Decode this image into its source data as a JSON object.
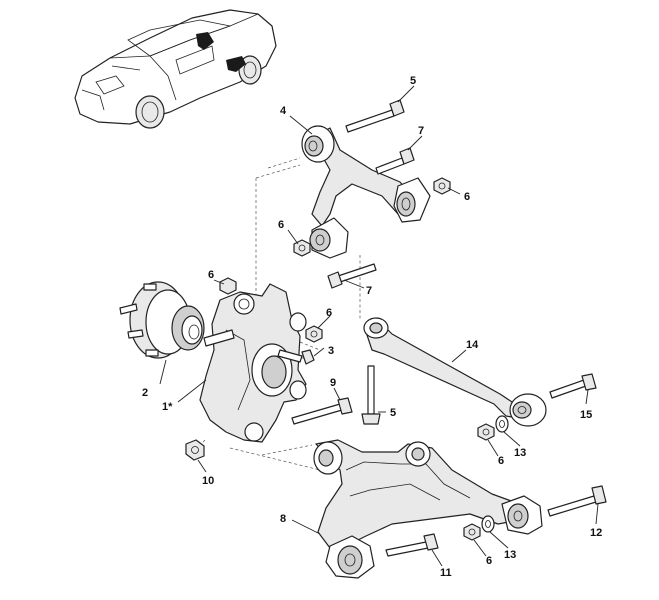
{
  "colors": {
    "line": "#222222",
    "paper": "#ffffff",
    "shade": "#cfcfcf",
    "dark_part": "#1a1a1a"
  },
  "callouts": [
    {
      "id": "c1",
      "label": "1*"
    },
    {
      "id": "c2",
      "label": "2"
    },
    {
      "id": "c3",
      "label": "3"
    },
    {
      "id": "c4",
      "label": "4"
    },
    {
      "id": "c5a",
      "label": "5"
    },
    {
      "id": "c5b",
      "label": "5"
    },
    {
      "id": "c6a",
      "label": "6"
    },
    {
      "id": "c6b",
      "label": "6"
    },
    {
      "id": "c6c",
      "label": "6"
    },
    {
      "id": "c6d",
      "label": "6"
    },
    {
      "id": "c6e",
      "label": "6"
    },
    {
      "id": "c6f",
      "label": "6"
    },
    {
      "id": "c7a",
      "label": "7"
    },
    {
      "id": "c7b",
      "label": "7"
    },
    {
      "id": "c8",
      "label": "8"
    },
    {
      "id": "c9",
      "label": "9"
    },
    {
      "id": "c10",
      "label": "10"
    },
    {
      "id": "c11",
      "label": "11"
    },
    {
      "id": "c12",
      "label": "12"
    },
    {
      "id": "c13a",
      "label": "13"
    },
    {
      "id": "c13b",
      "label": "13"
    },
    {
      "id": "c14",
      "label": "14"
    },
    {
      "id": "c15",
      "label": "15"
    }
  ]
}
